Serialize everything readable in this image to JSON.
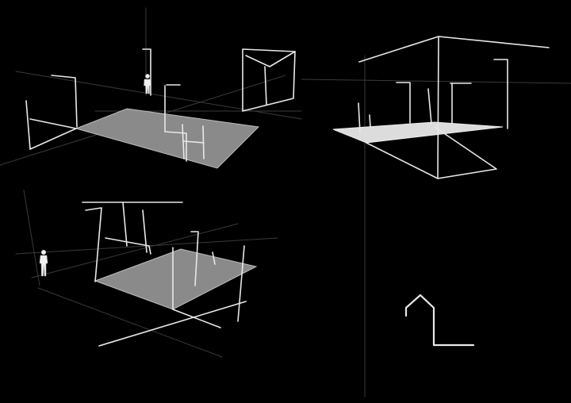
{
  "background_color": "#000000",
  "line_color": "#e8e8e8",
  "plane_colors": {
    "grey": "#8a8a8a",
    "light": "#dcdcdc"
  },
  "views": [
    {
      "id": "top-left",
      "contains": [
        "floor-plane",
        "wireframe-frames",
        "human-figure"
      ]
    },
    {
      "id": "top-right",
      "contains": [
        "floor-plane",
        "wireframe-frames"
      ]
    },
    {
      "id": "bottom-left",
      "contains": [
        "floor-plane",
        "wireframe-frames",
        "human-figure"
      ]
    },
    {
      "id": "bottom-right",
      "contains": [
        "house-outline-symbol"
      ]
    }
  ]
}
